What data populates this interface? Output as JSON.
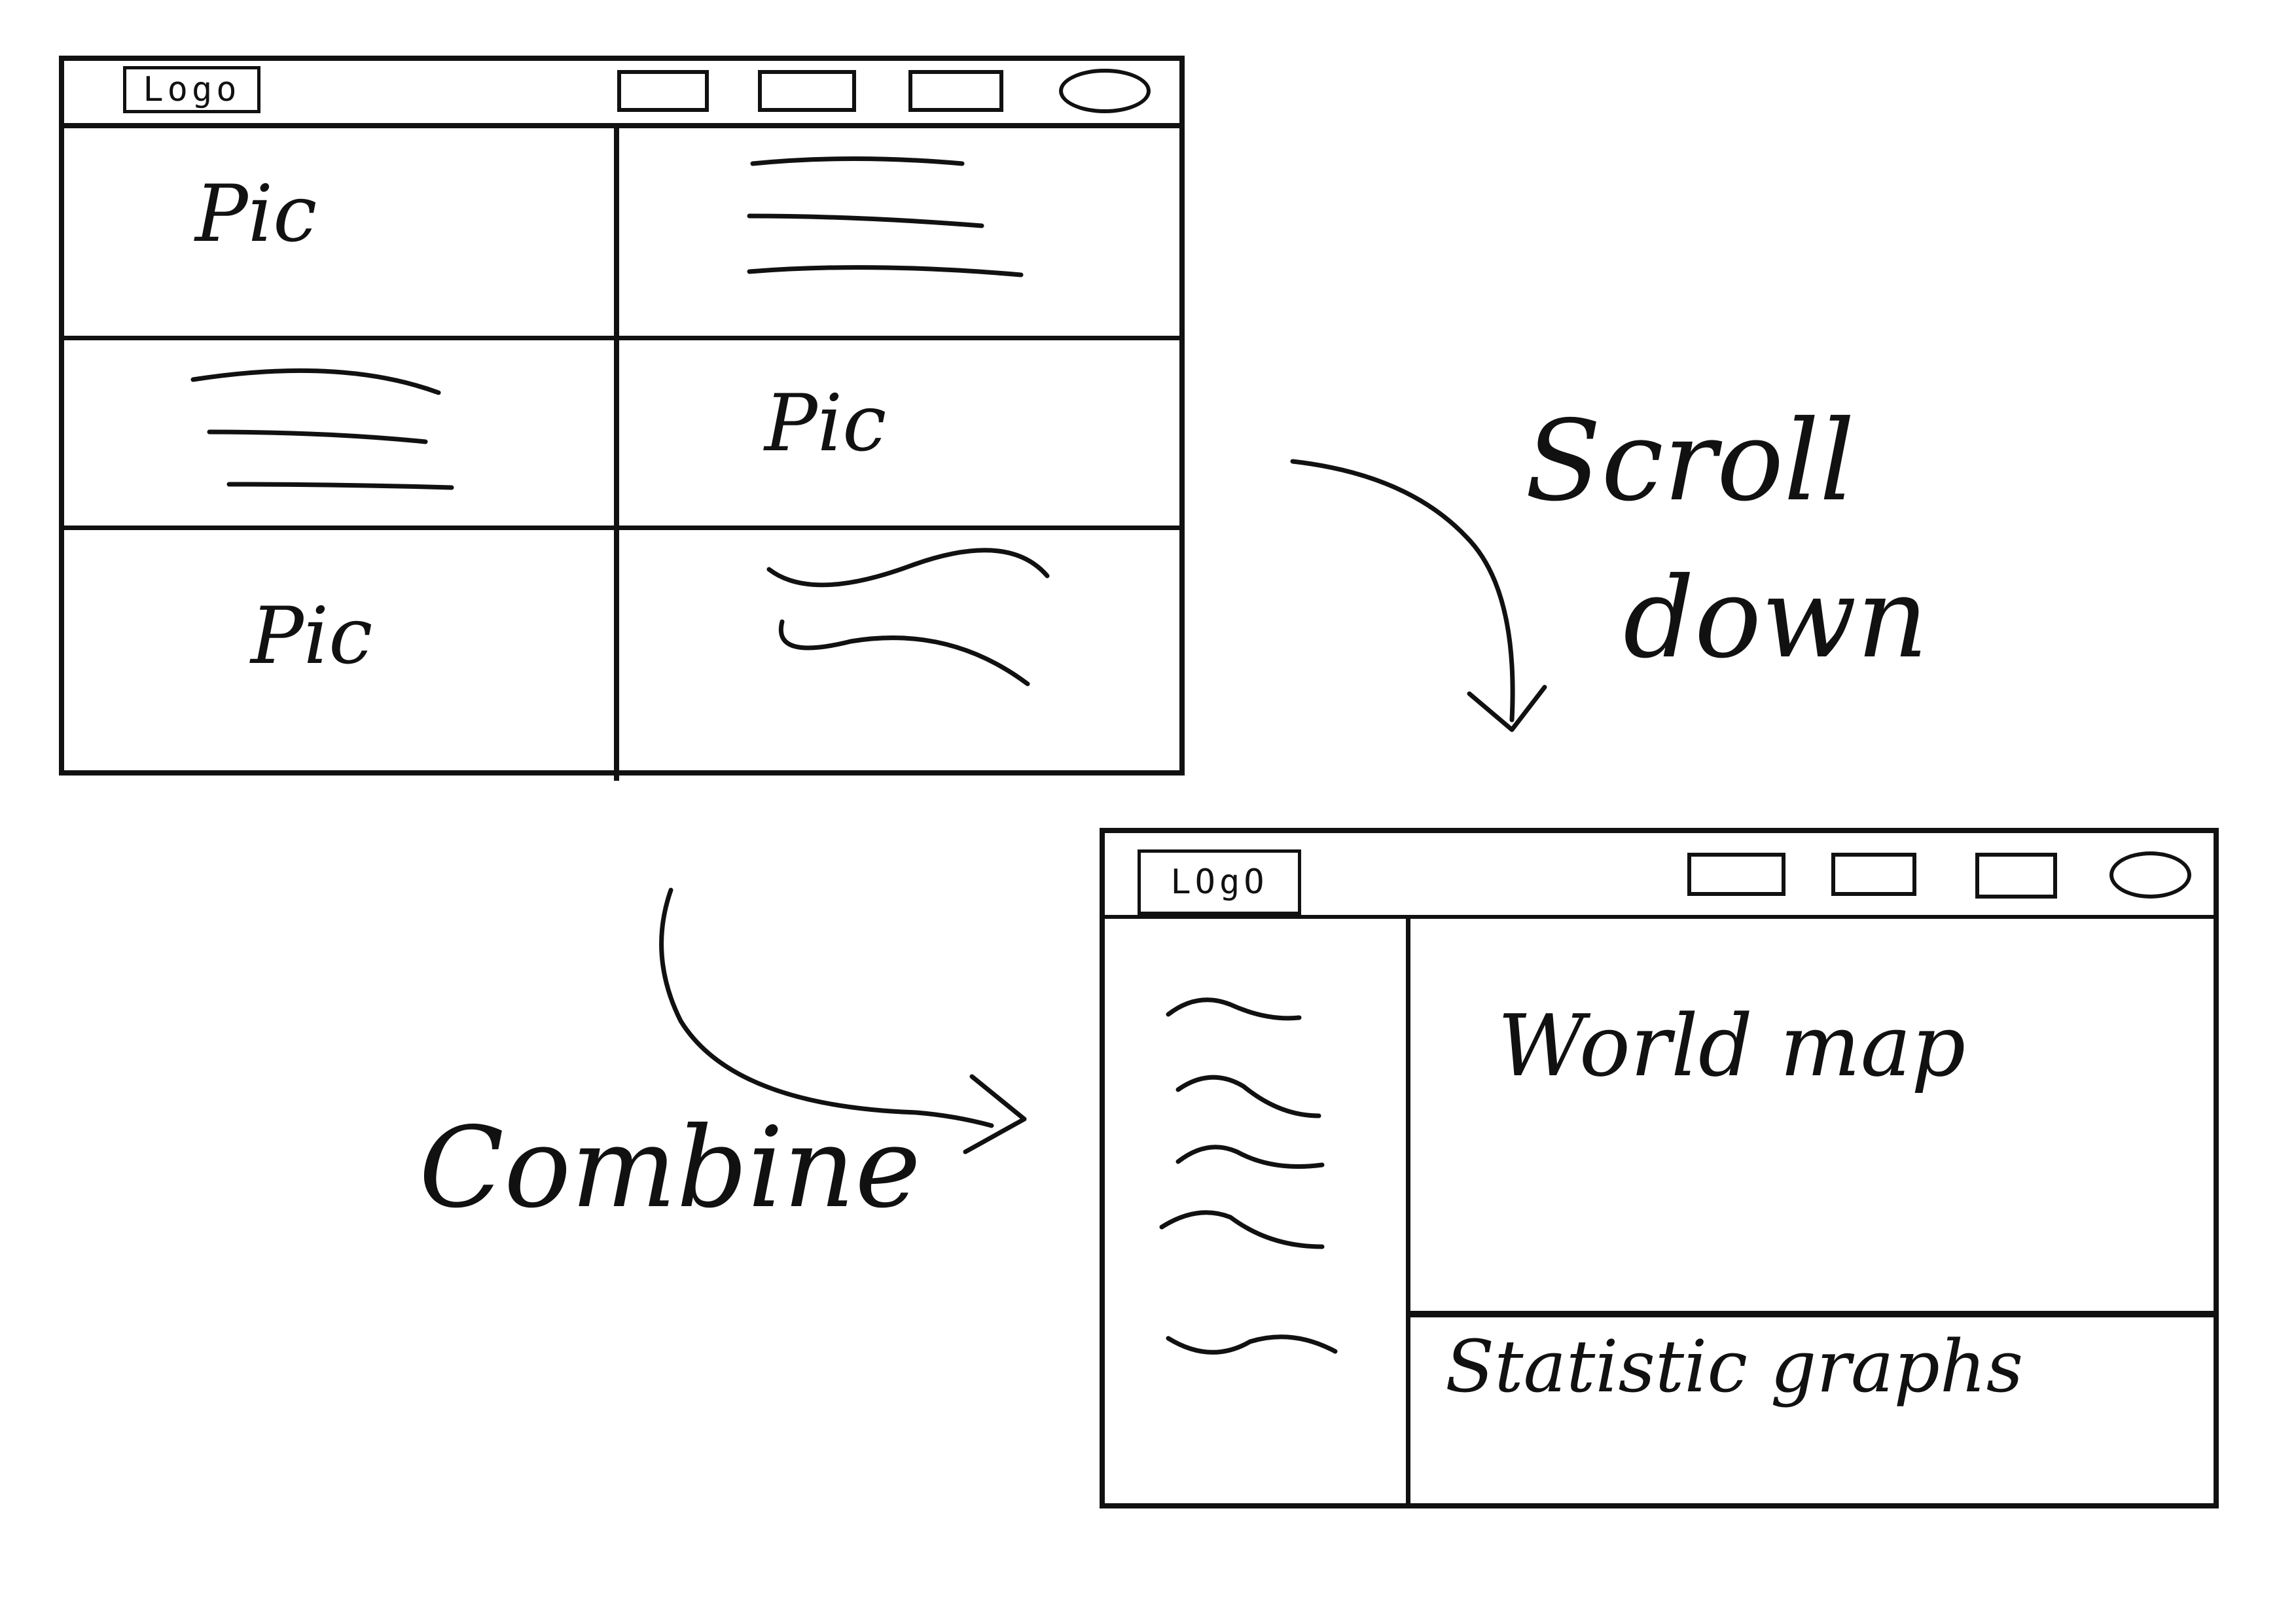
{
  "wireframe_1": {
    "logo": "Logo",
    "grid": [
      {
        "pic": "Pic"
      },
      {
        "pic": "Pic"
      },
      {
        "pic": "Pic"
      }
    ]
  },
  "wireframe_2": {
    "logo": "LOgO",
    "map": "World map",
    "graphs": "Statistic graphs"
  },
  "annotations": {
    "scroll_line1": "Scroll",
    "scroll_line2": "down",
    "combine": "Combine"
  },
  "colors": {
    "ink": "#111111",
    "paper": "#ffffff"
  }
}
